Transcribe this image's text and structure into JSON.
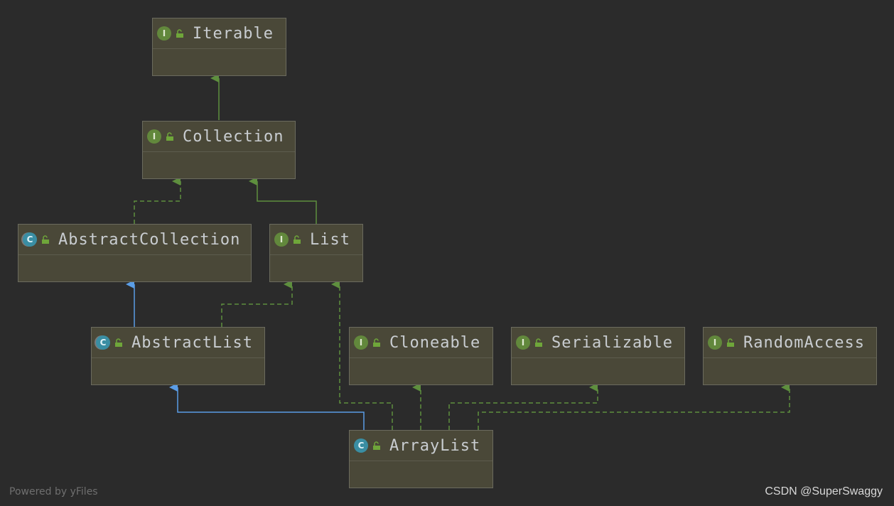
{
  "nodes": [
    {
      "key": "iterable",
      "kind": "I",
      "type": "interface",
      "name": "Iterable"
    },
    {
      "key": "collection",
      "kind": "I",
      "type": "interface",
      "name": "Collection"
    },
    {
      "key": "abstract_collection",
      "kind": "C",
      "type": "abstract-class",
      "name": "AbstractCollection"
    },
    {
      "key": "list",
      "kind": "I",
      "type": "interface",
      "name": "List"
    },
    {
      "key": "abstract_list",
      "kind": "C",
      "type": "abstract-class",
      "name": "AbstractList"
    },
    {
      "key": "cloneable",
      "kind": "I",
      "type": "interface",
      "name": "Cloneable"
    },
    {
      "key": "serializable",
      "kind": "I",
      "type": "interface",
      "name": "Serializable"
    },
    {
      "key": "random_access",
      "kind": "I",
      "type": "interface",
      "name": "RandomAccess"
    },
    {
      "key": "array_list",
      "kind": "C",
      "type": "class",
      "name": "ArrayList"
    }
  ],
  "edges": [
    {
      "from": "Collection",
      "to": "Iterable",
      "relation": "extends"
    },
    {
      "from": "AbstractCollection",
      "to": "Collection",
      "relation": "implements"
    },
    {
      "from": "List",
      "to": "Collection",
      "relation": "extends"
    },
    {
      "from": "AbstractList",
      "to": "AbstractCollection",
      "relation": "extends-class"
    },
    {
      "from": "AbstractList",
      "to": "List",
      "relation": "implements"
    },
    {
      "from": "ArrayList",
      "to": "AbstractList",
      "relation": "extends-class"
    },
    {
      "from": "ArrayList",
      "to": "List",
      "relation": "implements"
    },
    {
      "from": "ArrayList",
      "to": "Cloneable",
      "relation": "implements"
    },
    {
      "from": "ArrayList",
      "to": "Serializable",
      "relation": "implements"
    },
    {
      "from": "ArrayList",
      "to": "RandomAccess",
      "relation": "implements"
    }
  ],
  "colors": {
    "background": "#2b2b2b",
    "node_fill": "#4a4838",
    "interface_edge": "#5e8f3e",
    "class_edge": "#5a9de6",
    "interface_badge": "#62883c",
    "class_badge": "#3a8ea3"
  },
  "footer": {
    "powered_by": "Powered by yFiles",
    "watermark": "CSDN @SuperSwaggy"
  }
}
